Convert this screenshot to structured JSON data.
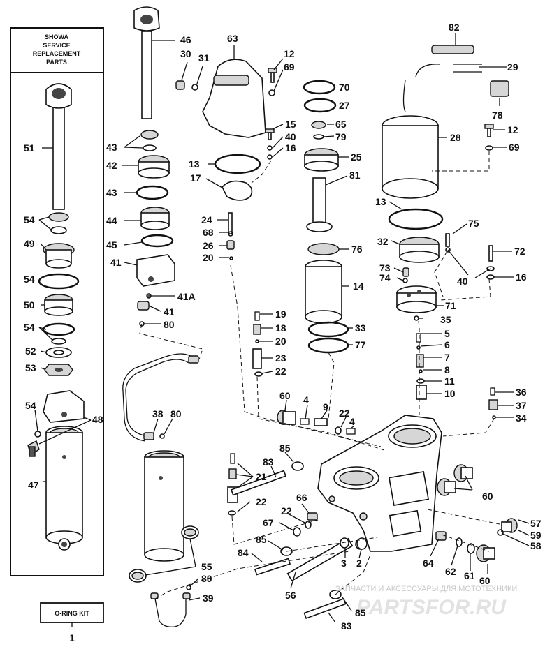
{
  "kit_box": {
    "line1": "SHOWA",
    "line2": "SERVICE",
    "line3": "REPLACEMENT",
    "line4": "PARTS"
  },
  "oring_kit": {
    "label": "O-RING KIT",
    "number": "1"
  },
  "watermark": {
    "caption": "ЗАПЧАСТИ И АКСЕССУАРЫ ДЛЯ МОТОТЕХНИКИ",
    "logo": "PARTSFOR.RU"
  },
  "labels": [
    {
      "id": "p46",
      "text": "46"
    },
    {
      "id": "p30",
      "text": "30"
    },
    {
      "id": "p31",
      "text": "31"
    },
    {
      "id": "p63",
      "text": "63"
    },
    {
      "id": "p12a",
      "text": "12"
    },
    {
      "id": "p69a",
      "text": "69"
    },
    {
      "id": "p82",
      "text": "82"
    },
    {
      "id": "p29",
      "text": "29"
    },
    {
      "id": "p70",
      "text": "70"
    },
    {
      "id": "p27",
      "text": "27"
    },
    {
      "id": "p78",
      "text": "78"
    },
    {
      "id": "p15",
      "text": "15"
    },
    {
      "id": "p65",
      "text": "65"
    },
    {
      "id": "p40a",
      "text": "40"
    },
    {
      "id": "p79",
      "text": "79"
    },
    {
      "id": "p28",
      "text": "28"
    },
    {
      "id": "p12b",
      "text": "12"
    },
    {
      "id": "p43a",
      "text": "43"
    },
    {
      "id": "p16a",
      "text": "16"
    },
    {
      "id": "p25",
      "text": "25"
    },
    {
      "id": "p69b",
      "text": "69"
    },
    {
      "id": "p42",
      "text": "42"
    },
    {
      "id": "p13a",
      "text": "13"
    },
    {
      "id": "p17",
      "text": "17"
    },
    {
      "id": "p81",
      "text": "81"
    },
    {
      "id": "p43b",
      "text": "43"
    },
    {
      "id": "p13b",
      "text": "13"
    },
    {
      "id": "p44",
      "text": "44"
    },
    {
      "id": "p24",
      "text": "24"
    },
    {
      "id": "p75",
      "text": "75"
    },
    {
      "id": "p68",
      "text": "68"
    },
    {
      "id": "p45",
      "text": "45"
    },
    {
      "id": "p26",
      "text": "26"
    },
    {
      "id": "p32",
      "text": "32"
    },
    {
      "id": "p76",
      "text": "76"
    },
    {
      "id": "p72",
      "text": "72"
    },
    {
      "id": "p20a",
      "text": "20"
    },
    {
      "id": "p41a",
      "text": "41"
    },
    {
      "id": "p73",
      "text": "73"
    },
    {
      "id": "p74",
      "text": "74"
    },
    {
      "id": "p40b",
      "text": "40"
    },
    {
      "id": "p16b",
      "text": "16"
    },
    {
      "id": "p14",
      "text": "14"
    },
    {
      "id": "p41A",
      "text": "41A"
    },
    {
      "id": "p71",
      "text": "71"
    },
    {
      "id": "p41b",
      "text": "41"
    },
    {
      "id": "p19",
      "text": "19"
    },
    {
      "id": "p35",
      "text": "35"
    },
    {
      "id": "p80a",
      "text": "80"
    },
    {
      "id": "p18",
      "text": "18"
    },
    {
      "id": "p33",
      "text": "33"
    },
    {
      "id": "p5",
      "text": "5"
    },
    {
      "id": "p20b",
      "text": "20"
    },
    {
      "id": "p6",
      "text": "6"
    },
    {
      "id": "p77",
      "text": "77"
    },
    {
      "id": "p23",
      "text": "23"
    },
    {
      "id": "p7",
      "text": "7"
    },
    {
      "id": "p22a",
      "text": "22"
    },
    {
      "id": "p8",
      "text": "8"
    },
    {
      "id": "p11",
      "text": "11"
    },
    {
      "id": "p60a",
      "text": "60"
    },
    {
      "id": "p10",
      "text": "10"
    },
    {
      "id": "p36",
      "text": "36"
    },
    {
      "id": "p4a",
      "text": "4"
    },
    {
      "id": "p9",
      "text": "9"
    },
    {
      "id": "p37",
      "text": "37"
    },
    {
      "id": "p22b",
      "text": "22"
    },
    {
      "id": "p4b",
      "text": "4"
    },
    {
      "id": "p34",
      "text": "34"
    },
    {
      "id": "p38",
      "text": "38"
    },
    {
      "id": "p80b",
      "text": "80"
    },
    {
      "id": "p85a",
      "text": "85"
    },
    {
      "id": "p83a",
      "text": "83"
    },
    {
      "id": "p21",
      "text": "21"
    },
    {
      "id": "p60b",
      "text": "60"
    },
    {
      "id": "p66",
      "text": "66"
    },
    {
      "id": "p22c",
      "text": "22"
    },
    {
      "id": "p22d",
      "text": "22"
    },
    {
      "id": "p67",
      "text": "67"
    },
    {
      "id": "p57",
      "text": "57"
    },
    {
      "id": "p59",
      "text": "59"
    },
    {
      "id": "p85b",
      "text": "85"
    },
    {
      "id": "p58",
      "text": "58"
    },
    {
      "id": "p64",
      "text": "64"
    },
    {
      "id": "p3",
      "text": "3"
    },
    {
      "id": "p2",
      "text": "2"
    },
    {
      "id": "p84",
      "text": "84"
    },
    {
      "id": "p62",
      "text": "62"
    },
    {
      "id": "p55",
      "text": "55"
    },
    {
      "id": "p61",
      "text": "61"
    },
    {
      "id": "p60c",
      "text": "60"
    },
    {
      "id": "p80c",
      "text": "80"
    },
    {
      "id": "p56",
      "text": "56"
    },
    {
      "id": "p39",
      "text": "39"
    },
    {
      "id": "p85c",
      "text": "85"
    },
    {
      "id": "p83b",
      "text": "83"
    },
    {
      "id": "p51",
      "text": "51"
    },
    {
      "id": "p54a",
      "text": "54"
    },
    {
      "id": "p49",
      "text": "49"
    },
    {
      "id": "p54b",
      "text": "54"
    },
    {
      "id": "p50",
      "text": "50"
    },
    {
      "id": "p54c",
      "text": "54"
    },
    {
      "id": "p52",
      "text": "52"
    },
    {
      "id": "p53",
      "text": "53"
    },
    {
      "id": "p54d",
      "text": "54"
    },
    {
      "id": "p48",
      "text": "48"
    },
    {
      "id": "p47",
      "text": "47"
    }
  ]
}
